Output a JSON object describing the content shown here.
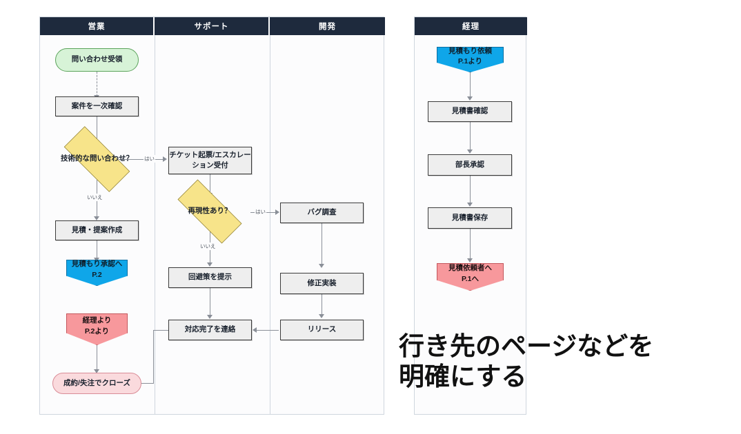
{
  "lanes": [
    {
      "id": "sales",
      "label": "営業"
    },
    {
      "id": "support",
      "label": "サポート"
    },
    {
      "id": "dev",
      "label": "開発"
    },
    {
      "id": "acct",
      "label": "経理"
    }
  ],
  "nodes": {
    "sales": [
      {
        "id": "inquiry_received",
        "label": "問い合わせ受領",
        "shape": "terminal-green"
      },
      {
        "id": "first_check",
        "label": "案件を一次確認",
        "shape": "process"
      },
      {
        "id": "tech_question",
        "label": "技術的な問い合わせ？",
        "shape": "decision"
      },
      {
        "id": "quote_proposal",
        "label": "見積・提案作成",
        "shape": "process"
      },
      {
        "id": "to_quote_approval",
        "label": "見積もり承認へ",
        "sublabel": "P.2",
        "shape": "offpage-blue"
      },
      {
        "id": "from_accounting",
        "label": "経理より",
        "sublabel": "P.2より",
        "shape": "offpage-red"
      },
      {
        "id": "close_won_lost",
        "label": "成約/失注でクローズ",
        "shape": "terminal-pink"
      }
    ],
    "support": [
      {
        "id": "ticket_escalation",
        "label": "チケット起票/エスカレー",
        "sublabel": "ション受付",
        "shape": "process"
      },
      {
        "id": "reproducible",
        "label": "再現性あり？",
        "shape": "decision"
      },
      {
        "id": "workaround",
        "label": "回避策を提示",
        "shape": "process"
      },
      {
        "id": "notify_done",
        "label": "対応完了を連絡",
        "shape": "process"
      }
    ],
    "dev": [
      {
        "id": "bug_investigation",
        "label": "バグ調査",
        "shape": "process"
      },
      {
        "id": "fix_implement",
        "label": "修正実装",
        "shape": "process"
      },
      {
        "id": "release",
        "label": "リリース",
        "shape": "process"
      }
    ],
    "acct": [
      {
        "id": "quote_request_in",
        "label": "見積もり依頼",
        "sublabel": "P.1より",
        "shape": "offpage-blue"
      },
      {
        "id": "quote_check",
        "label": "見積書確認",
        "shape": "process"
      },
      {
        "id": "manager_approval",
        "label": "部長承認",
        "shape": "process"
      },
      {
        "id": "quote_save",
        "label": "見積書保存",
        "shape": "process"
      },
      {
        "id": "back_to_requester",
        "label": "見積依頼者へ",
        "sublabel": "P.1へ",
        "shape": "offpage-red"
      }
    ]
  },
  "edge_labels": {
    "tech_yes": "はい",
    "tech_no": "いいえ",
    "repro_yes": "はい",
    "repro_no": "いいえ"
  },
  "annotation": {
    "line1": "行き先のページなどを",
    "line2": "明確にする"
  },
  "colors": {
    "lane_header_bg": "#1e2a3d",
    "process_fill": "#eeeeee",
    "terminal_green_fill": "#d7f3d7",
    "terminal_pink_fill": "#fadadd",
    "decision_fill": "#f7e48a",
    "offpage_blue": "#0fa6e9",
    "offpage_red": "#f7989c",
    "connector": "#8a8f98"
  }
}
